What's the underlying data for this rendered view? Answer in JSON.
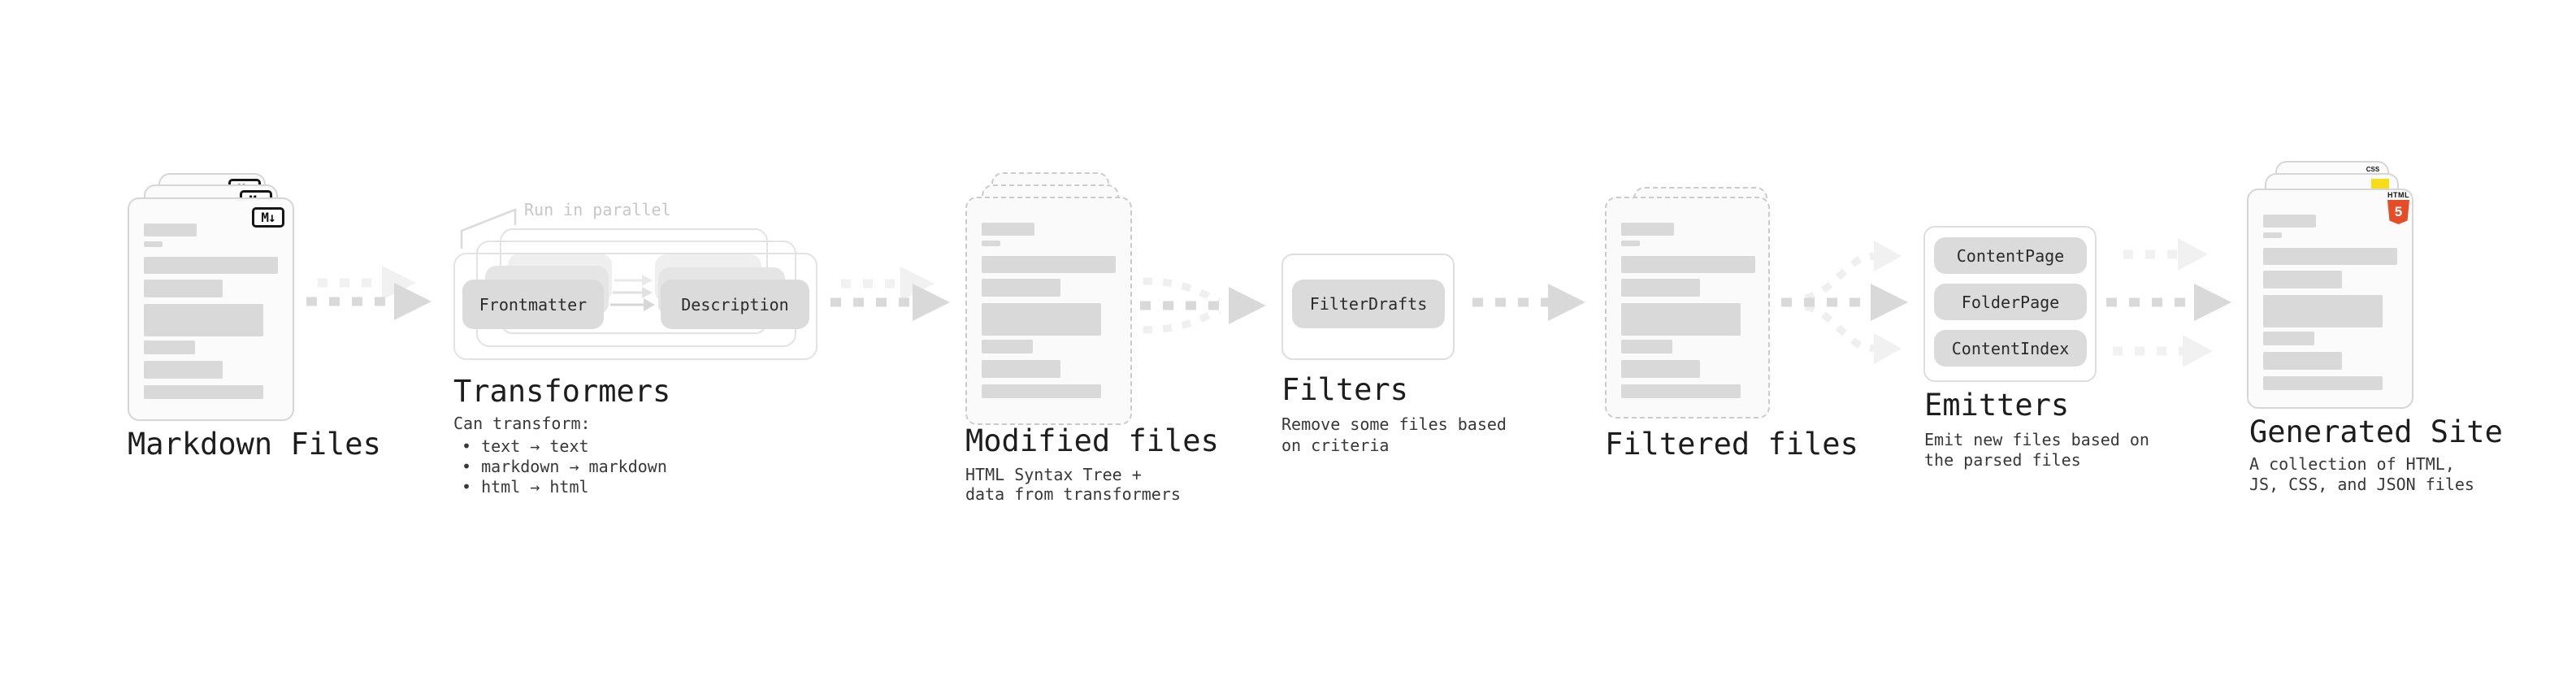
{
  "stages": {
    "markdown_files": {
      "title": "Markdown Files",
      "file_badge": "M↓"
    },
    "transformers": {
      "title": "Transformers",
      "note": "Run in parallel",
      "box_left": "Frontmatter",
      "box_right": "Description",
      "caption": "Can transform:",
      "bullets": [
        "• text → text",
        "• markdown → markdown",
        "• html → html"
      ]
    },
    "modified_files": {
      "title": "Modified files",
      "caption_lines": [
        "HTML Syntax Tree +",
        "data from transformers"
      ]
    },
    "filters": {
      "title": "Filters",
      "box": "FilterDrafts",
      "caption_lines": [
        "Remove some files based",
        "on criteria"
      ]
    },
    "filtered_files": {
      "title": "Filtered files"
    },
    "emitters": {
      "title": "Emitters",
      "boxes": [
        "ContentPage",
        "FolderPage",
        "ContentIndex"
      ],
      "caption_lines": [
        "Emit new files based on",
        "the parsed files"
      ]
    },
    "generated_site": {
      "title": "Generated Site",
      "caption_lines": [
        "A collection of HTML,",
        "JS, CSS, and JSON files"
      ],
      "badges": {
        "html_label": "HTML",
        "html_number": "5",
        "css_label": "CSS"
      }
    }
  },
  "colors": {
    "html5_orange": "#E44D26",
    "css_blue": "#2F6BF2",
    "js_yellow": "#F5DE19",
    "bar_gray": "#D9D9D9",
    "box_gray": "#DBDBDB",
    "card_border": "#D6D6D6",
    "arrow_dark": "#D9D9D9",
    "arrow_light": "#F1F1F1",
    "note_gray": "#C7C7C7"
  }
}
